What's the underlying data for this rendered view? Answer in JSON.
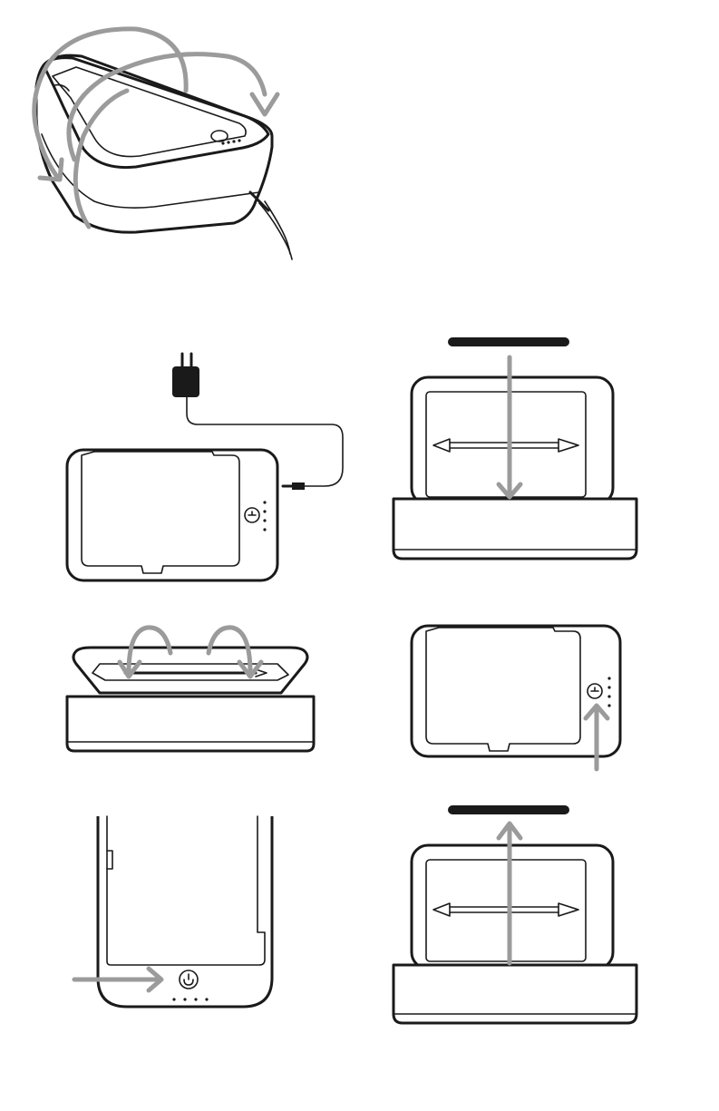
{
  "figure": {
    "panels": [
      {
        "id": "overview",
        "icon": "sanitizer-case-rotation-icon"
      },
      {
        "id": "step-plug-in",
        "icon": "power-adapter-connection-icon"
      },
      {
        "id": "step-place-on-base",
        "icon": "lid-on-base-icon"
      },
      {
        "id": "step-flip-sticks",
        "icon": "flip-items-icon"
      },
      {
        "id": "step-press-power",
        "icon": "power-button-press-icon"
      },
      {
        "id": "step-insert-phone",
        "icon": "insert-phone-icon"
      },
      {
        "id": "step-lift-off",
        "icon": "lift-lid-icon"
      }
    ],
    "colors": {
      "line": "#1a1a1a",
      "arrow": "#9b9b9b",
      "background": "#ffffff"
    }
  }
}
